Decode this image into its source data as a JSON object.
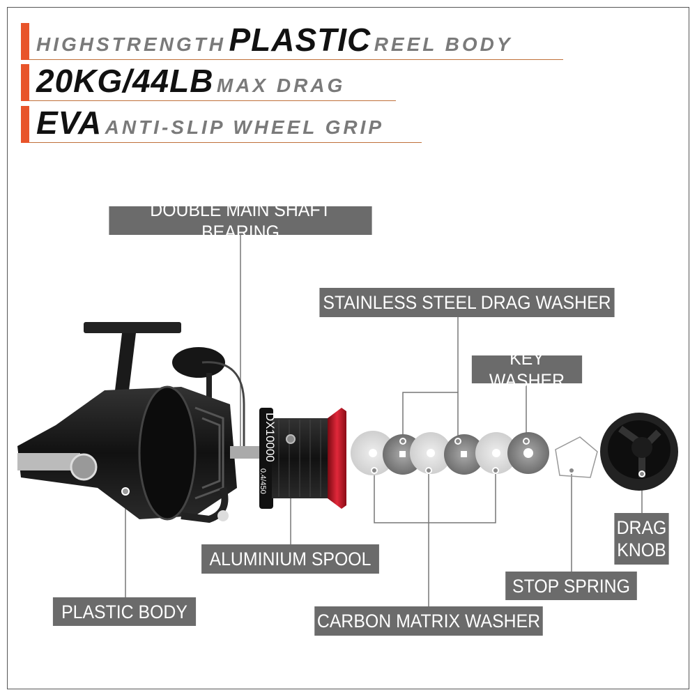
{
  "headlines": [
    {
      "lead": "Highstrength",
      "strong": "PLASTIC",
      "tail": "Reel Body"
    },
    {
      "strong": "20KG/44LB",
      "tail": "Max Drag"
    },
    {
      "strong": "EVA",
      "tail": "Anti-Slip Wheel Grip"
    }
  ],
  "spool_text": {
    "model": "DX10000",
    "spec": "0.4/450"
  },
  "labels": {
    "double_main_shaft_bearing": "DOUBLE MAIN SHAFT BEARING",
    "stainless_steel_drag_washer": "STAINLESS STEEL DRAG WASHER",
    "key_washer": "KEY WASHER",
    "aluminium_spool": "ALUMINIUM SPOOL",
    "plastic_body": "PLASTIC BODY",
    "carbon_matrix_washer": "CARBON MATRIX WASHER",
    "stop_spring": "STOP SPRING",
    "drag_knob_line1": "DRAG",
    "drag_knob_line2": "KNOB"
  },
  "colors": {
    "accent": "#e8542a",
    "label_bg": "#6b6b6b",
    "spool_red": "#d01a2a"
  }
}
